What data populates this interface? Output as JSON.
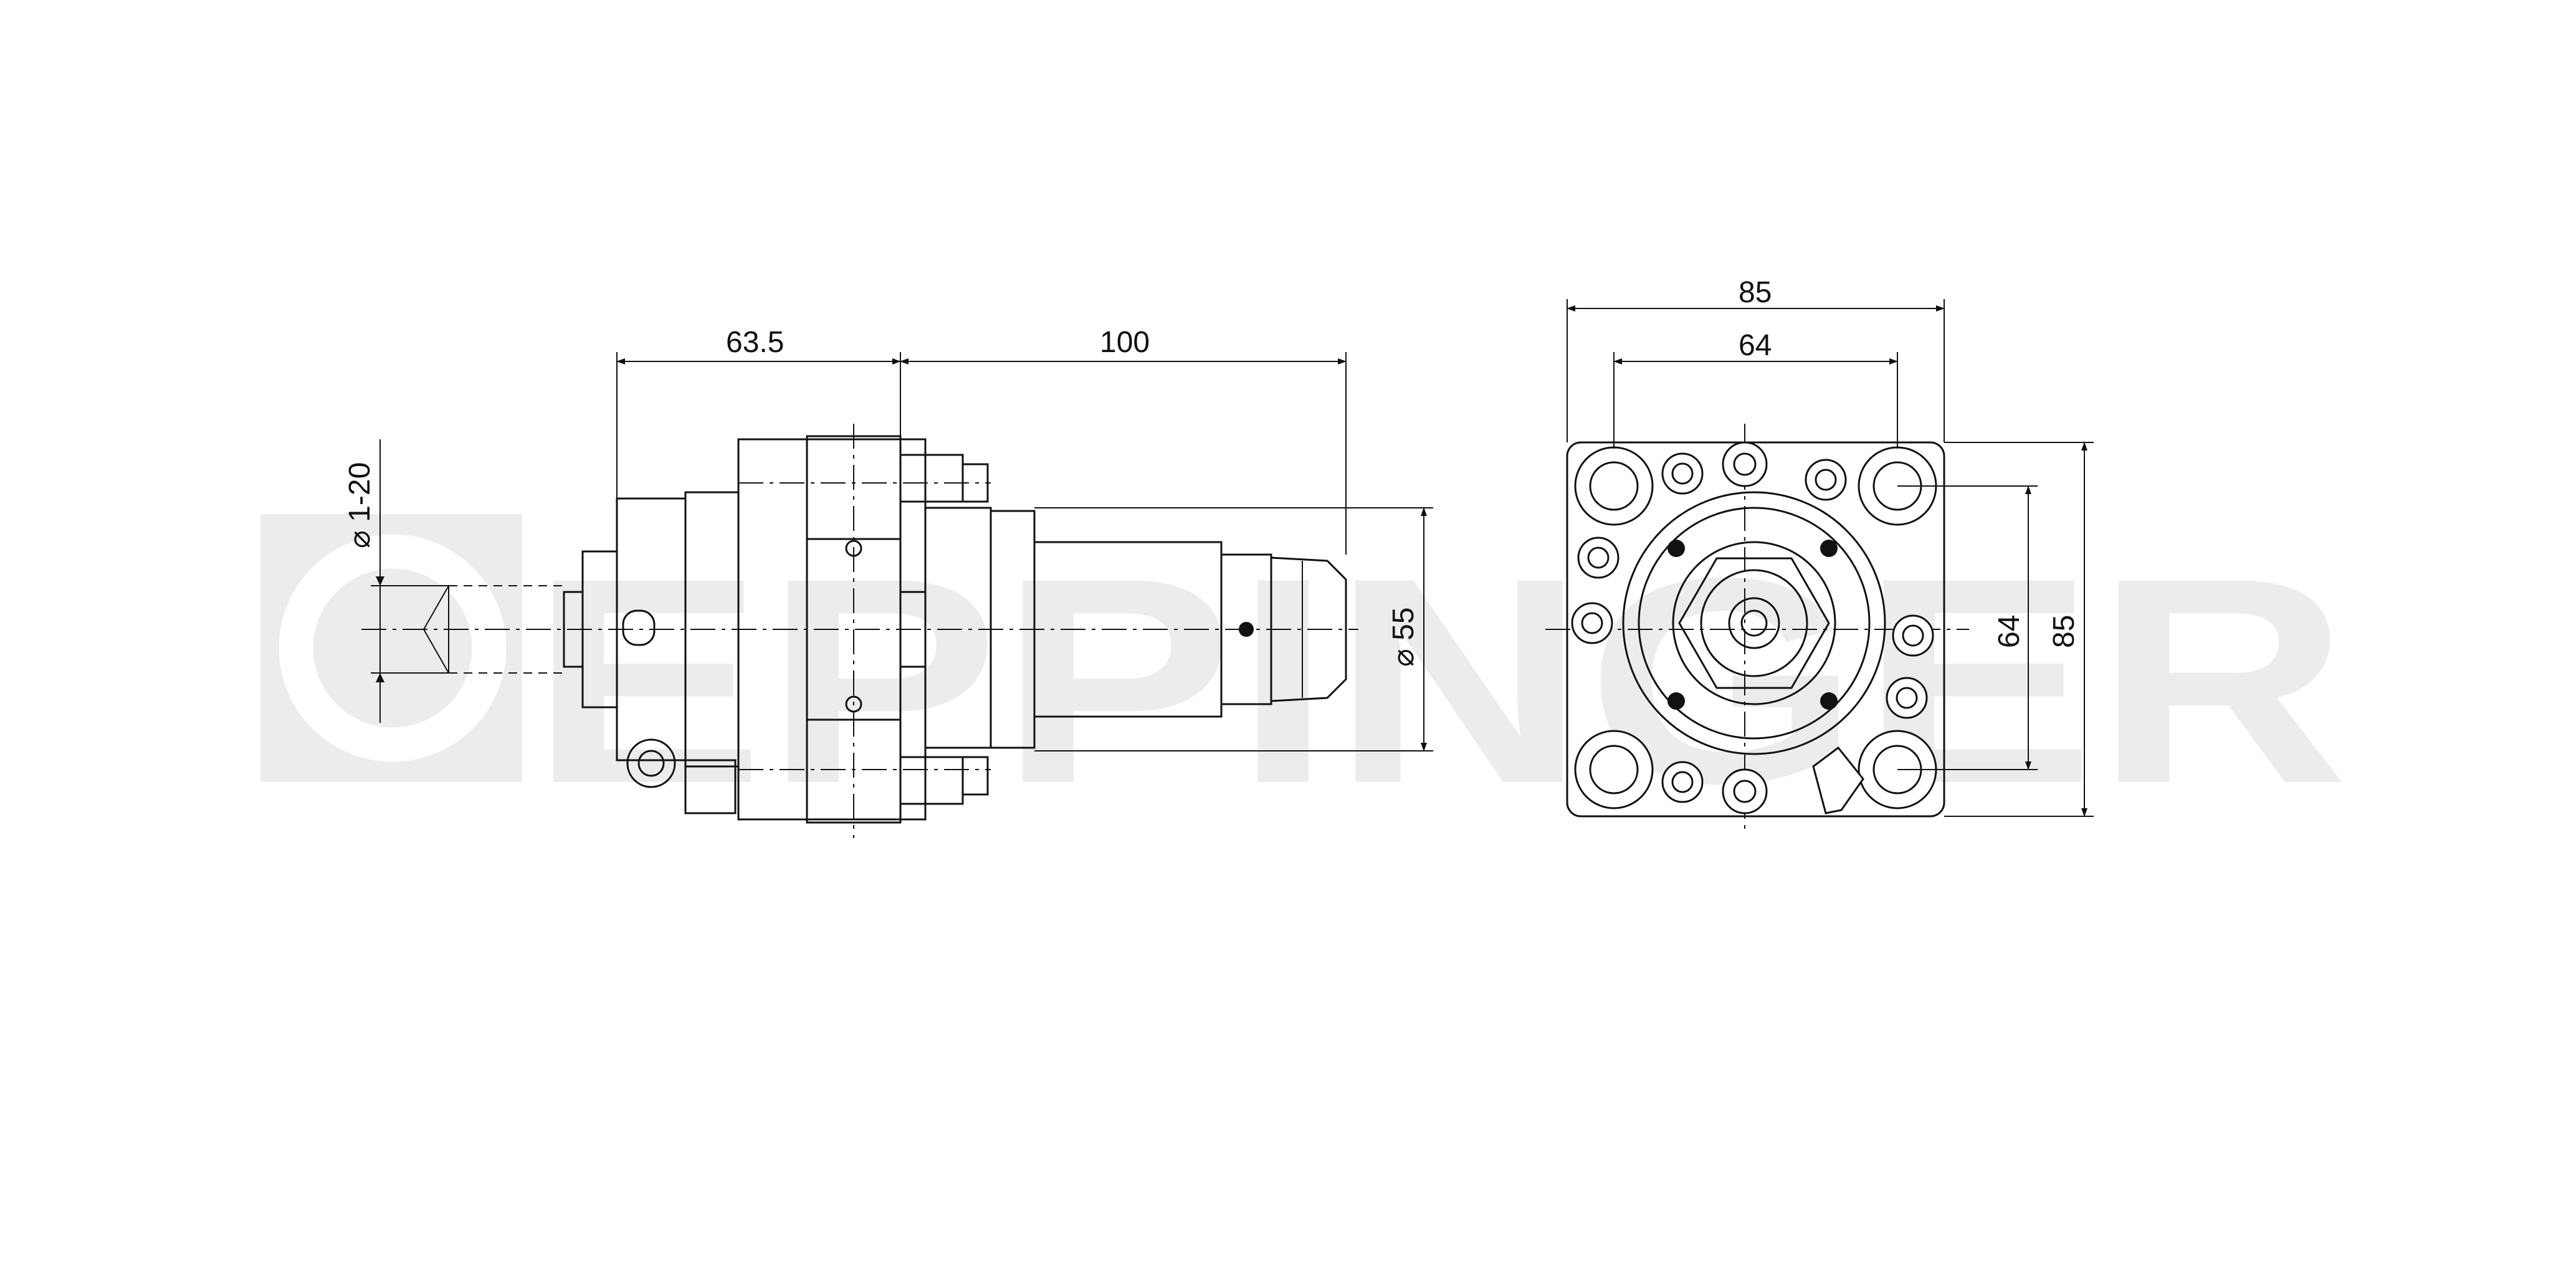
{
  "watermark": {
    "brand_text": "EPPINGER"
  },
  "side_view": {
    "dimensions": {
      "length_front": "63.5",
      "length_shank": "100",
      "shank_diameter": "⌀ 55",
      "collet_range": "⌀ 1-20"
    }
  },
  "front_view": {
    "dimensions": {
      "outer_width": "85",
      "bolt_spacing_width": "64",
      "outer_height": "85",
      "bolt_spacing_height": "64"
    }
  },
  "colors": {
    "line": "#111111",
    "watermark": "#ececec",
    "background": "#ffffff"
  }
}
